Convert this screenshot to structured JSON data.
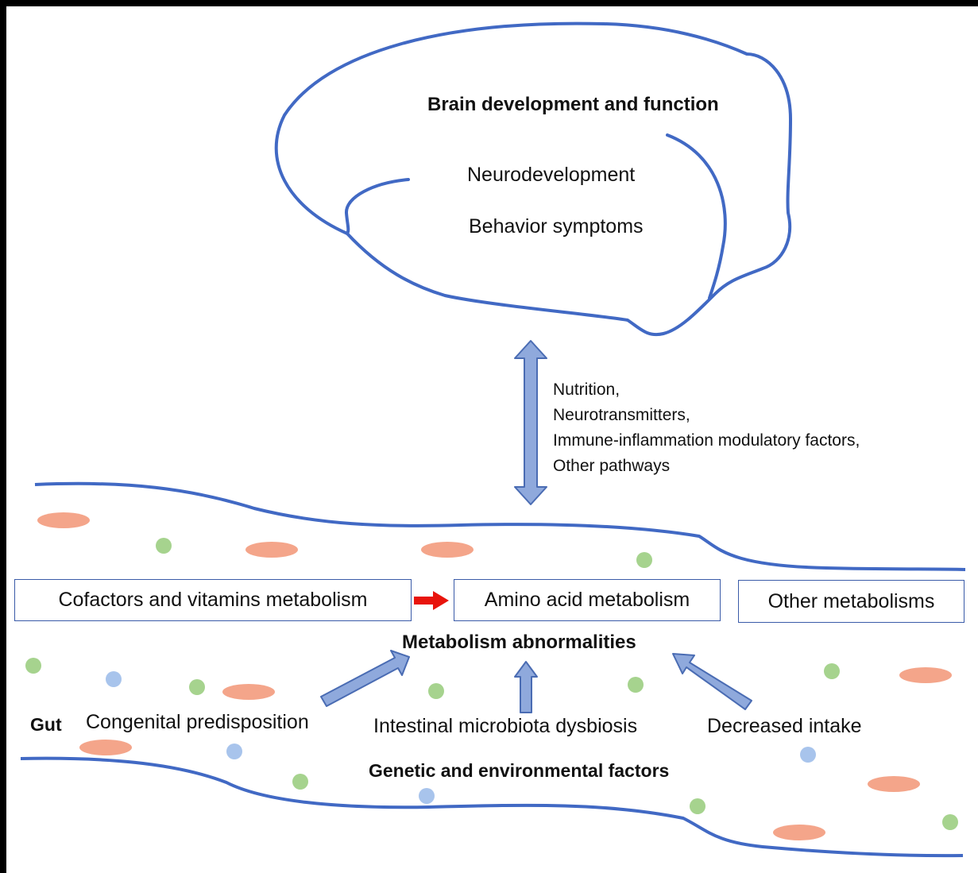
{
  "brain": {
    "title": "Brain development and function",
    "line1": "Neurodevelopment",
    "line2": "Behavior symptoms"
  },
  "axis_labels": [
    "Nutrition,",
    "Neurotransmitters,",
    "Immune-inflammation modulatory factors,",
    "Other pathways"
  ],
  "boxes": {
    "cofactors": "Cofactors and vitamins metabolism",
    "amino": "Amino acid metabolism",
    "other": "Other metabolisms"
  },
  "metabolism_label": "Metabolism abnormalities",
  "gut_label": "Gut",
  "factors": {
    "congenital": "Congenital predisposition",
    "microbiota": "Intestinal microbiota dysbiosis",
    "intake": "Decreased intake"
  },
  "bottom_label": "Genetic and environmental factors",
  "colors": {
    "outline": "#4169c4",
    "arrow_fill": "#8fa9dc",
    "arrow_stroke": "#4a6cb3",
    "red_arrow": "#e8140c",
    "ellipse": "#f4a58a",
    "green_dot": "#a6d38e",
    "blue_dot": "#a8c4ec"
  }
}
